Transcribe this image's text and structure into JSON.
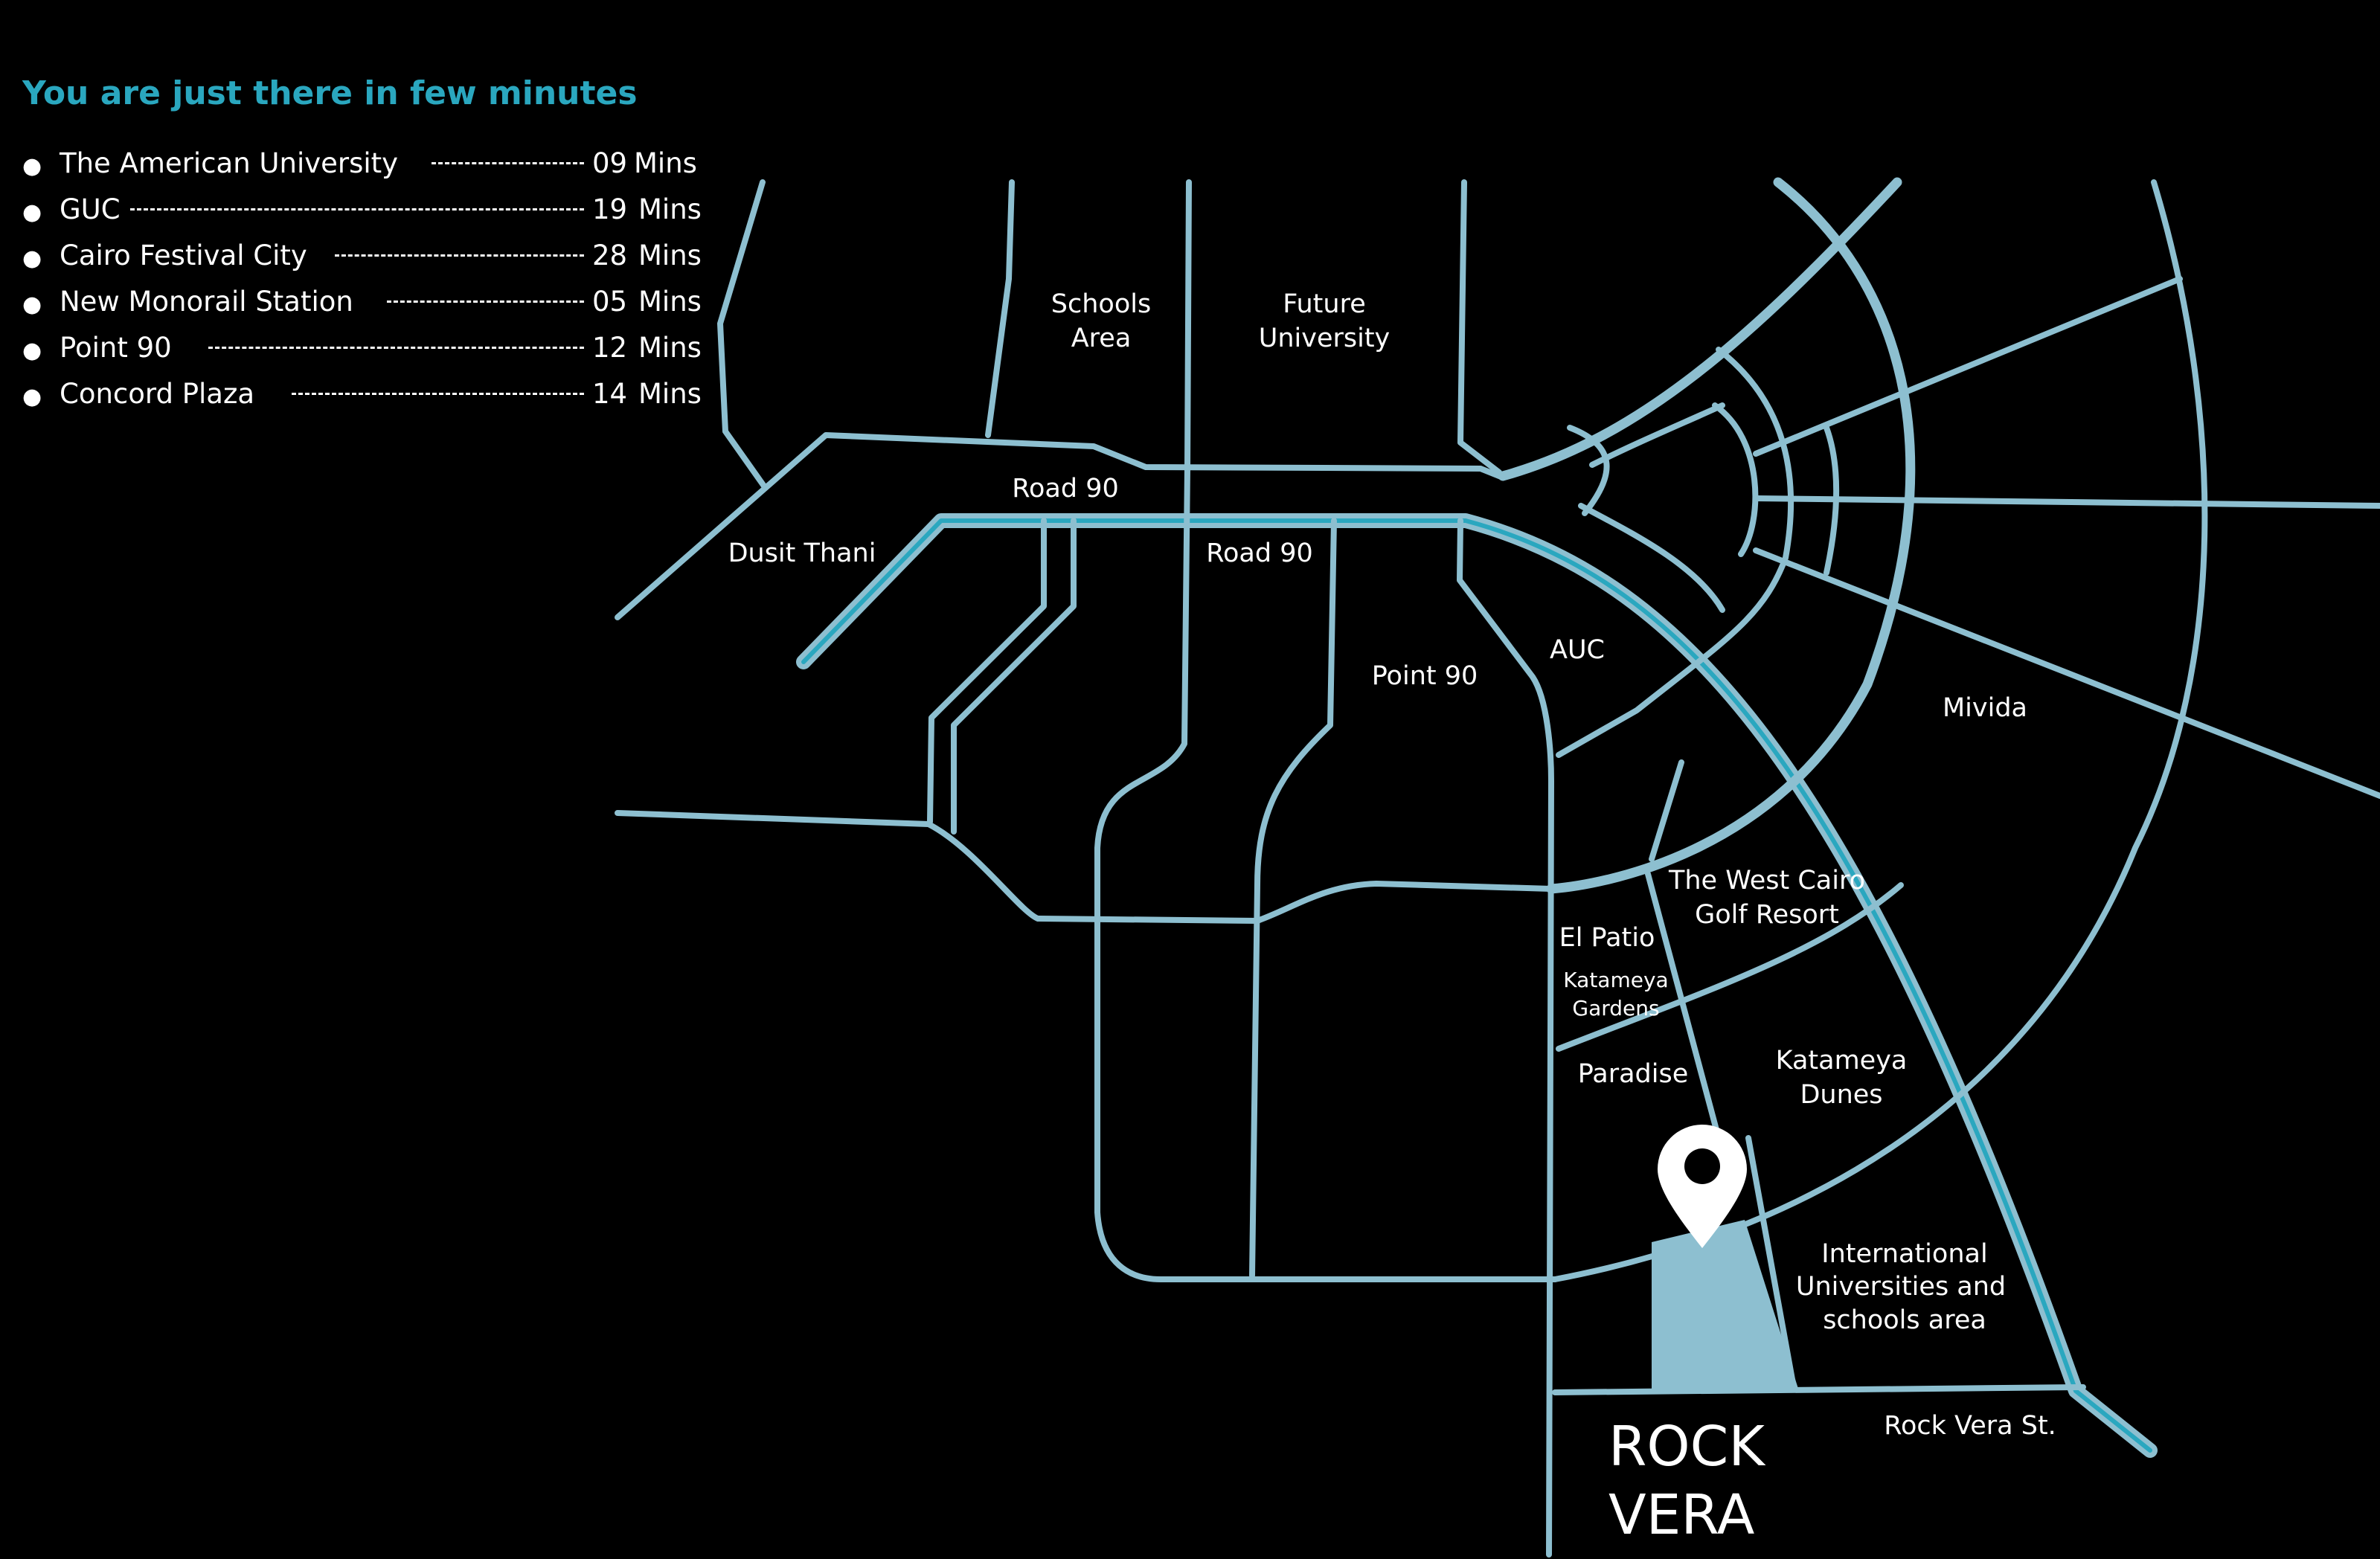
{
  "header": {
    "title": "You are just there in few minutes"
  },
  "destinations": [
    {
      "name": "The American University",
      "number": "09",
      "unit": "Mins"
    },
    {
      "name": "GUC",
      "number": "19",
      "unit": "Mins"
    },
    {
      "name": "Cairo Festival City",
      "number": "28",
      "unit": "Mins"
    },
    {
      "name": "New Monorail Station",
      "number": "05",
      "unit": "Mins"
    },
    {
      "name": "Point 90",
      "number": "12",
      "unit": "Mins"
    },
    {
      "name": "Concord Plaza",
      "number": "14",
      "unit": "Mins"
    }
  ],
  "map": {
    "labels": {
      "schools_area_1": "Schools",
      "schools_area_2": "Area",
      "future_uni_1": "Future",
      "future_uni_2": "University",
      "road90_top": "Road 90",
      "dusit_thani": "Dusit Thani",
      "road90_mid": "Road 90",
      "point90": "Point 90",
      "auc": "AUC",
      "mivida": "Mivida",
      "west_cairo_1": "The West Cairo",
      "west_cairo_2": "Golf Resort",
      "el_patio": "El Patio",
      "katameya_gardens_1": "Katameya",
      "katameya_gardens_2": "Gardens",
      "paradise": "Paradise",
      "katameya_dunes_1": "Katameya",
      "katameya_dunes_2": "Dunes",
      "intl_uni_1": "International",
      "intl_uni_2": "Universities and",
      "intl_uni_3": "schools area",
      "rock_vera_st": "Rock Vera St.",
      "project_1": "ROCK",
      "project_2": "VERA"
    },
    "icons": {
      "location": "location-pin-icon"
    },
    "colors": {
      "road": "#8dbfd0",
      "highlight": "#2aa7bf",
      "plot": "#8dbfd0",
      "text": "#ffffff",
      "background": "#000000"
    }
  }
}
